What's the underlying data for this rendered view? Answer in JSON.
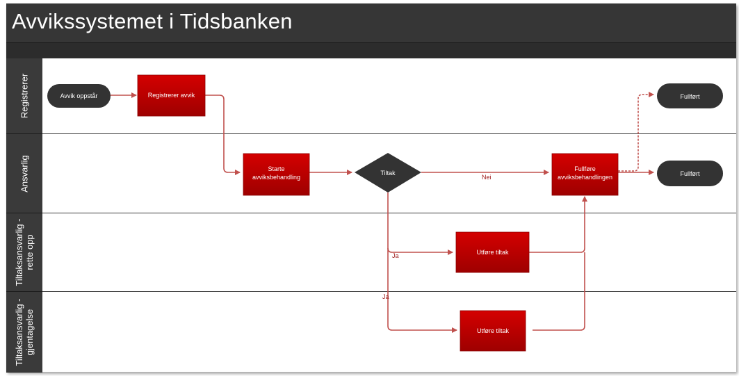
{
  "title": "Avvikssystemet i Tidsbanken",
  "lanes": [
    {
      "label": "Registrerer"
    },
    {
      "label": "Ansvarlig"
    },
    {
      "label": "Tiltaksansvarlig - rette opp"
    },
    {
      "label": "Tiltaksansvarlig - gjentagelse"
    }
  ],
  "nodes": {
    "start": {
      "label": "Avvik oppstår",
      "shape": "terminator"
    },
    "register": {
      "label": "Registrerer avvik",
      "shape": "process"
    },
    "start_handling": {
      "label_line1": "Starte",
      "label_line2": "avviksbehandling",
      "shape": "process"
    },
    "decision": {
      "label": "Tiltak",
      "shape": "decision"
    },
    "complete_handling": {
      "label_line1": "Fullføre",
      "label_line2": "avviksbehandlingen",
      "shape": "process"
    },
    "done_top": {
      "label": "Fullført",
      "shape": "terminator"
    },
    "done_mid": {
      "label": "Fullført",
      "shape": "terminator"
    },
    "action_fix": {
      "label": "Utføre tiltak",
      "shape": "process"
    },
    "action_repeat": {
      "label": "Utføre tiltak",
      "shape": "process"
    }
  },
  "edges": {
    "no_label": "Nei",
    "yes_label_1": "Ja",
    "yes_label_2": "Ja"
  },
  "colors": {
    "title_bar": "#363636",
    "lane_header": "#3a3a3a",
    "process_fill": "#c00000",
    "terminator_fill": "#333333",
    "connector": "#c0504d"
  }
}
